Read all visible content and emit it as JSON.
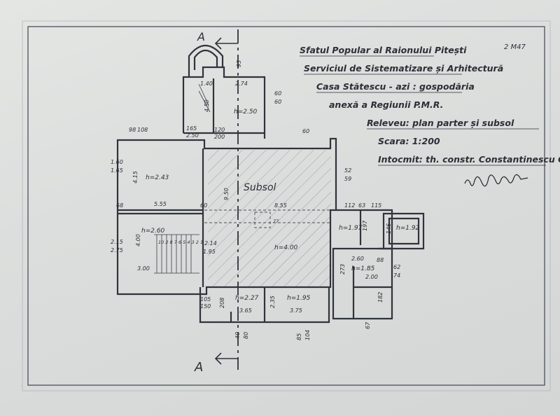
{
  "title_block": {
    "sheet_number": "2 M47",
    "line1": "Sfatul Popular al Raionului Pitești",
    "line2": "Serviciul de Sistematizare și Arhitectură",
    "line3": "Casa Stătescu - azi : gospodăria",
    "line4": "anexă a Regiunii P.M.R.",
    "line5": "Releveu: plan parter și subsol",
    "line6": "Scara: 1:200",
    "line7": "Intocmit: th. constr. Constantinescu Gh."
  },
  "signature": "Ah Cohlumy",
  "section": {
    "marker": "A",
    "marker_top": "A"
  },
  "rooms": {
    "subsol": "Subsol",
    "h_left": "h=2.43",
    "h_stair": "h=2.60",
    "h_basement": "h=4.00",
    "h_tower": "h=2.50",
    "h_227": "h=2.27",
    "h_195": "h=1.95",
    "h_197": "h=1.97",
    "h_185": "h=1.85",
    "h_192": "h=1.92"
  },
  "dims": {
    "d_555": "5.55",
    "d_415": "4.15",
    "d_300": "3.00",
    "d_400": "4.00",
    "d_950": "9.50",
    "d_855": "8.55",
    "d_450": "4.50",
    "d_365": "3.65",
    "d_375": "3.75",
    "d_260": "2.60",
    "d_200": "2.00",
    "d_250": "2.50",
    "d_140": "1.40",
    "d_160": "1.60",
    "d_165": "1.65",
    "d_215": "2.15",
    "d_275": "2.75",
    "d_98": "98",
    "d_108": "108",
    "d_68": "68",
    "d_60a": "60",
    "d_60b": "60",
    "d_60c": "60",
    "d_60d": "60",
    "d_52": "52",
    "d_59": "59",
    "d_62": "62",
    "d_74": "74",
    "d_105": "105",
    "d_150": "150",
    "d_208": "208",
    "d_235": "2.35",
    "d_214": "2.14",
    "d_195": "1.95",
    "d_120": "120",
    "d_165b": "165",
    "d_250b": "250",
    "d_200b": "200",
    "d_274": "2.74",
    "d_93": "93",
    "d_112": "112",
    "d_63": "63",
    "d_115": "115",
    "d_197": "197",
    "d_146": "146",
    "d_273": "273",
    "d_88": "88",
    "d_182": "182",
    "d_40": "40",
    "d_80": "80",
    "d_85": "85",
    "d_104": "104",
    "d_67": "67",
    "d_stairs": "10 2 8 7 6 5 4 3 2 1",
    "d_77": "77"
  }
}
